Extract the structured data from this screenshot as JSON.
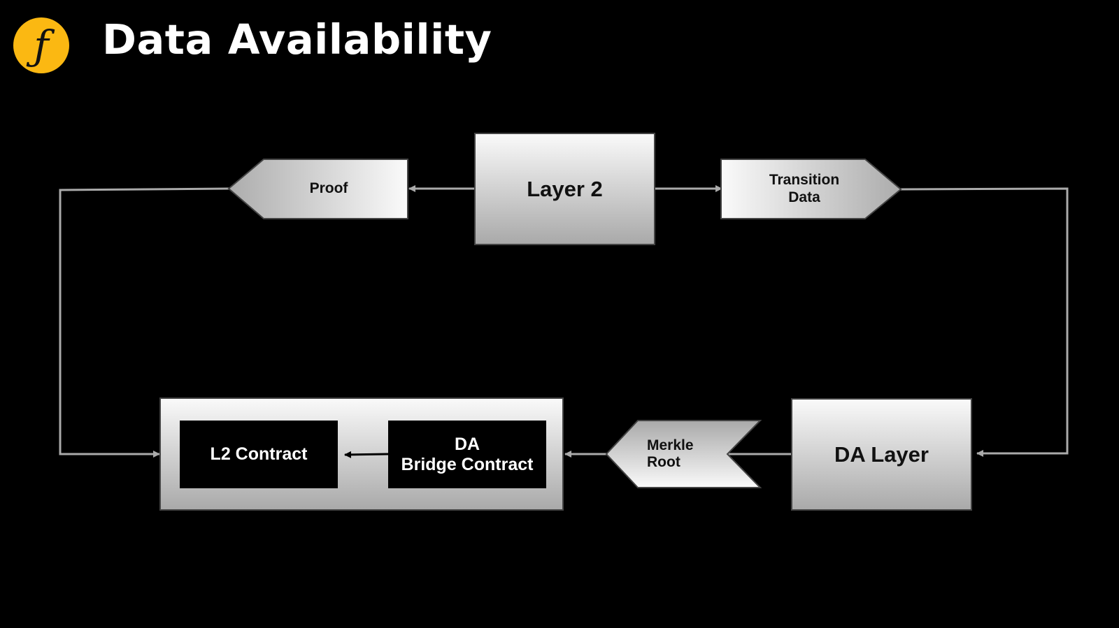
{
  "header": {
    "logo_glyph": "ƒ",
    "title": "Data Availability",
    "accent_color": "#fbb812"
  },
  "nodes": {
    "layer2": {
      "label": "Layer 2"
    },
    "proof": {
      "label": "Proof"
    },
    "transition_data": {
      "line1": "Transition",
      "line2": "Data"
    },
    "da_layer": {
      "label": "DA Layer"
    },
    "merkle_root": {
      "line1": "Merkle",
      "line2": "Root"
    },
    "contract_group": {
      "l2_contract": {
        "label": "L2 Contract"
      },
      "da_bridge_contract": {
        "line1": "DA",
        "line2": "Bridge Contract"
      }
    }
  },
  "edges": [
    {
      "from": "Layer 2",
      "to": "Proof"
    },
    {
      "from": "Layer 2",
      "to": "Transition Data"
    },
    {
      "from": "Transition Data",
      "to": "DA Layer"
    },
    {
      "from": "DA Layer",
      "to": "Merkle Root"
    },
    {
      "from": "Merkle Root",
      "to": "DA Bridge Contract"
    },
    {
      "from": "DA Bridge Contract",
      "to": "L2 Contract"
    },
    {
      "from": "Proof",
      "to": "L2 Contract"
    }
  ]
}
